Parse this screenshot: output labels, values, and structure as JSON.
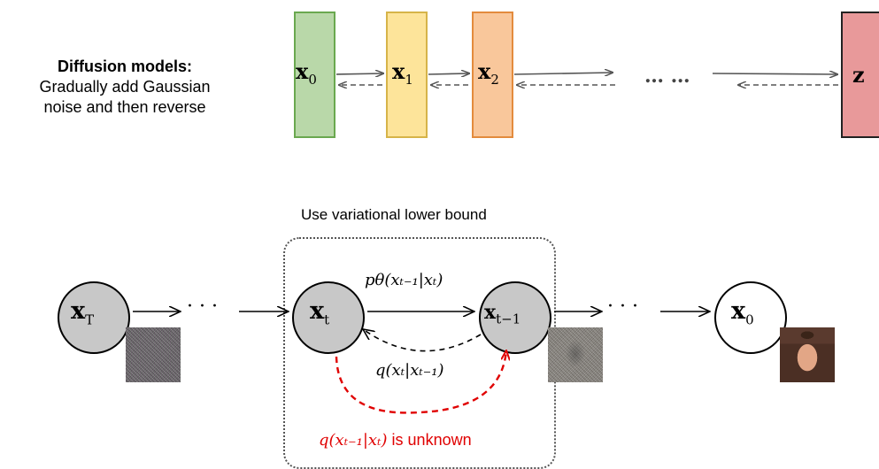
{
  "top": {
    "title": "Diffusion models:",
    "subtitle_line1": "Gradually add Gaussian",
    "subtitle_line2": "noise and then reverse",
    "boxes": [
      {
        "symbol": "x",
        "sub": "0",
        "color": "#b9d8a9",
        "border": "#6aa84f"
      },
      {
        "symbol": "x",
        "sub": "1",
        "color": "#fde49a",
        "border": "#d6b449"
      },
      {
        "symbol": "x",
        "sub": "2",
        "color": "#f9c79b",
        "border": "#e38b3d"
      },
      {
        "symbol": "z",
        "sub": "",
        "color": "#e8999a",
        "border": "#222222"
      }
    ],
    "ellipsis": "… …"
  },
  "bottom": {
    "bound_label": "Use variational lower bound",
    "nodes": [
      {
        "symbol": "x",
        "sub": "T"
      },
      {
        "symbol": "x",
        "sub": "t"
      },
      {
        "symbol": "x",
        "sub": "t−1"
      },
      {
        "symbol": "x",
        "sub": "0"
      }
    ],
    "dots": "· · ·",
    "p_label": "pθ(xₜ₋₁|xₜ)",
    "q_label": "q(xₜ|xₜ₋₁)",
    "q_unknown_math": "q(xₜ₋₁|xₜ)",
    "q_unknown_text": "is unknown",
    "node_fill": "#c8c8c8",
    "red": "#e00000"
  }
}
